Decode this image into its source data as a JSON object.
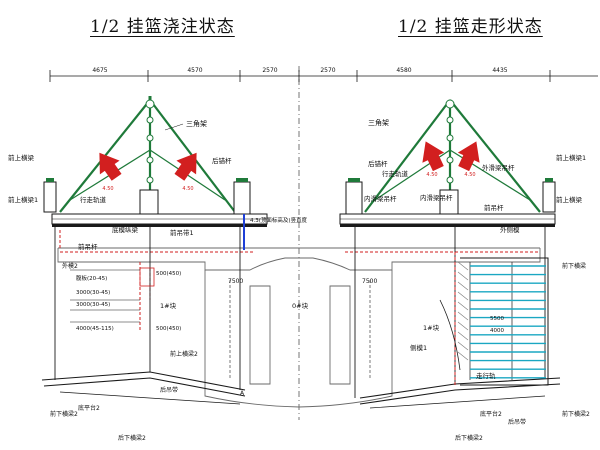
{
  "titles": {
    "left": "1/2 挂篮浇注状态",
    "right": "1/2 挂篮走形状态"
  },
  "dimensions": {
    "left_outer": "4675",
    "left_middle": "4570",
    "left_inner": "2570",
    "right_inner": "2570",
    "right_middle": "4580",
    "right_outer": "4435"
  },
  "labels_left": {
    "truss": "三角架",
    "front_hanger_top": "前上横梁",
    "front_hanger_top_2": "前上横梁1",
    "rear_anchor": "后锚杆",
    "track": "行走轨道",
    "jack_text": "4.3(顶面标高及)竖直度",
    "front_beam": "前吊杆",
    "bottom_beam": "底模纵梁",
    "hanger_1": "前吊带1",
    "outer_mold": "外模2",
    "web_1": "腹板(20-45)",
    "web_2": "3000(30-45)",
    "web_3": "3000(30-45)",
    "web_4": "4000(45-115)",
    "seg_a": "500(450)",
    "seg_b": "500(450)",
    "seg_label": "1#块",
    "center_label": "0#块",
    "span_left": "7500",
    "left_lower_1": "前下横梁2",
    "left_lower_2": "后下横梁2",
    "left_lower_3": "后吊带",
    "left_lower_4": "底平台2",
    "left_lower_5": "前上横梁2",
    "jack_left": "4.50",
    "jack_left_2": "4.50",
    "mid_marker": "A"
  },
  "labels_right": {
    "truss": "三角架",
    "rear_anchor": "后锚杆",
    "walk_rail": "行走轨道",
    "front_hanger_top": "前上横梁1",
    "front_hanger_top_2": "前上横梁",
    "inner_hanger": "内滑梁吊杆",
    "outer_hanger": "外滑梁吊杆",
    "span_right": "7500",
    "seg_label": "1#块",
    "inner_beam": "内滑梁吊杆",
    "rail_text": "走行轨",
    "front_beam": "前吊杆",
    "side": "侧模1",
    "side_2": "外侧模",
    "front_tie": "前下横梁2",
    "rear_tie": "后下横梁2",
    "lower_1": "底平台2",
    "lower_2": "后吊带",
    "lower_3": "前下横梁",
    "jack_right": "4.50",
    "jack_right_2": "4.50",
    "rail_dim": "5500",
    "rail_dim_2": "4000"
  },
  "colors": {
    "line_main": "#1a1a1a",
    "green": "#1f7a3a",
    "red": "#d21f1f",
    "blue": "#1e3fd6",
    "cyan": "#1aa7c2",
    "hatch": "#7a7a7a"
  }
}
